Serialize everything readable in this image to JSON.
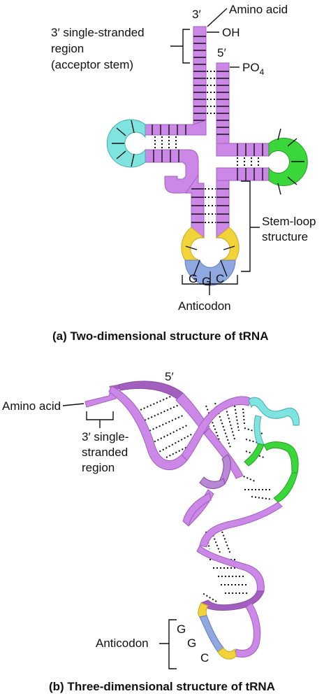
{
  "panel_a": {
    "label_3prime": "3′",
    "label_amino_acid": "Amino acid",
    "label_oh": "OH",
    "label_5prime": "5′",
    "label_po4": "PO",
    "label_po4_sub": "4",
    "single_strand_region": [
      "3′ single-stranded",
      "region",
      "(acceptor stem)"
    ],
    "stem_loop": [
      "Stem-loop",
      "structure"
    ],
    "anticodon_label": "Anticodon",
    "anticodon_bases": [
      "G",
      "G",
      "C"
    ],
    "caption": "(a) Two-dimensional structure of tRNA"
  },
  "panel_b": {
    "label_5prime": "5′",
    "label_amino_acid": "Amino acid",
    "single_strand_region": [
      "3′ single-",
      "stranded",
      "region"
    ],
    "anticodon_label": "Anticodon",
    "anticodon_bases": [
      "G",
      "G",
      "C"
    ],
    "caption": "(b) Three-dimensional structure of tRNA"
  },
  "colors": {
    "backbone": "#cc88e6",
    "backbone_shade": "#a35fc0",
    "d_loop": "#7fe3e0",
    "t_loop": "#3ad63a",
    "anticodon_loop": "#f2d43a",
    "anticodon": "#8fa9e0"
  }
}
